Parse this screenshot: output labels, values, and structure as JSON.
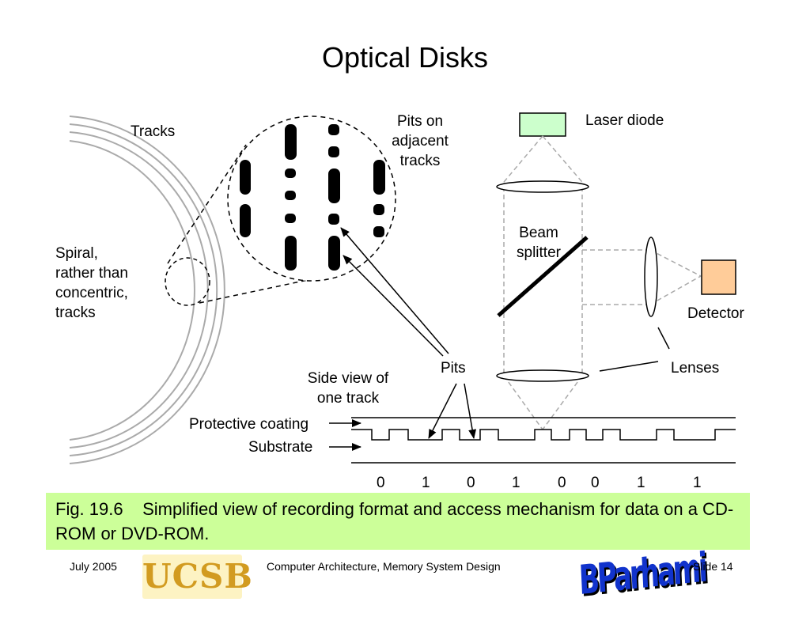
{
  "slide": {
    "title": "Optical Disks",
    "labels": {
      "tracks": "Tracks",
      "spiral": [
        "Spiral,",
        "rather than",
        "concentric,",
        "tracks"
      ],
      "pits_adjacent": [
        "Pits on",
        "adjacent",
        "tracks"
      ],
      "laser_diode": "Laser diode",
      "beam_splitter": [
        "Beam",
        "splitter"
      ],
      "detector": "Detector",
      "lenses": "Lenses",
      "pits": "Pits",
      "side_view": [
        "Side view of",
        "one track"
      ],
      "protective_coating": "Protective coating",
      "substrate": "Substrate",
      "bits": [
        "0",
        "1",
        "0",
        "1",
        "0",
        "0",
        "1",
        "1"
      ]
    },
    "caption": {
      "fig_number": "Fig. 19.6",
      "text": "Simplified view of recording format and access mechanism for data on a CD-ROM or DVD-ROM."
    },
    "footer": {
      "date": "July 2005",
      "course": "Computer Architecture, Memory System Design",
      "slide": "Slide 14",
      "logo_left": "UCSB",
      "logo_right": "BParhami"
    },
    "colors": {
      "caption_bg": "#ccff99",
      "laser_diode_fill": "#ccffcc",
      "detector_fill": "#ffcc99",
      "track_lines": "#aaaaaa"
    }
  }
}
